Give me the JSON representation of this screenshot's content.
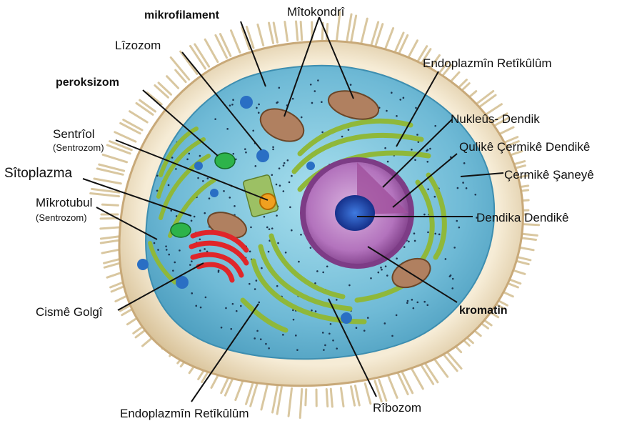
{
  "labels": {
    "mikrofilament": "mikrofilament",
    "mitokondri": "Mîtokondrî",
    "lizozom": "Lîzozom",
    "endoplazmin_top": "Endoplazmîn Retîkûlûm",
    "peroksizom": "peroksizom",
    "nukleus": "Nukleûs- Dendik",
    "sentriol": "Sentrîol",
    "sentriol_sub": "(Sentrozom)",
    "qulike": "Qulikê Çermikê Dendikê",
    "sitoplazma": "Sîtoplazma",
    "cermike": "Çermikê Şaneyê",
    "mikrotubul": "Mîkrotubul",
    "mikrotubul_sub": "(Sentrozom)",
    "dendika": "Dendika Dendikê",
    "kromatin": "kromatin",
    "cisme": "Cismê Golgî",
    "ribozom": "Rîbozom",
    "endoplazmin_bottom": "Endoplazmîn Retîkûlûm"
  },
  "colors": {
    "membrane_outer": "#f3e7cf",
    "spikes": "#d9c7a0",
    "cytoplasm": "#7cc6df",
    "nucleus_outer": "#a0509c",
    "nucleus_inner": "#c58ed0",
    "nucleolus": "#1f4fb8",
    "golgi": "#e0262a",
    "er": "#8fb83a",
    "mitochondria": "#b08060",
    "peroxisome": "#2db34a",
    "centriole": "#f0a020",
    "leader_line": "#111111"
  }
}
